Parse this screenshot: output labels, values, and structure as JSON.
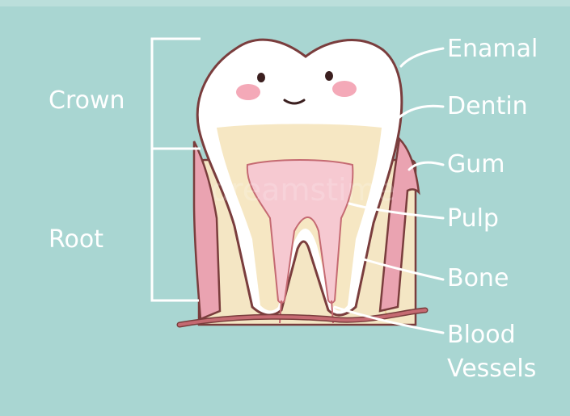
{
  "colors": {
    "background": "#a9d6d2",
    "enamel": "#ffffff",
    "dentin": "#f6e7c3",
    "pulp": "#f6c9d1",
    "gum": "#eaa3b1",
    "bone": "#f4e6c4",
    "outline": "#7a3d3d",
    "blood_vessel": "#c56a72",
    "label": "#ffffff"
  },
  "labels": {
    "crown": "Crown",
    "root": "Root",
    "enamal": "Enamal",
    "dentin": "Dentin",
    "gum": "Gum",
    "pulp": "Pulp",
    "bone": "Bone",
    "blood_vessels": [
      "Blood",
      "Vessels"
    ]
  },
  "watermark": "dreamstime"
}
